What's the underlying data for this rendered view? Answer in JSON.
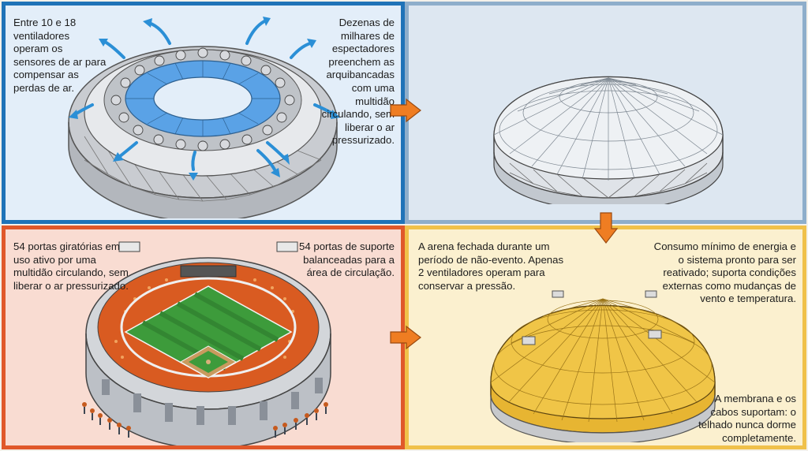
{
  "panels": {
    "top_left": {
      "text_left": "Entre 10 e 18 ventiladores operam os sensores de ar para compensar as perdas de ar.",
      "text_right": "Dezenas de milhares de espectadores preenchem as arquibancadas com uma multidão circulando, sem liberar o ar pressurizado."
    },
    "bottom_left": {
      "text_left": "54 portas giratórias em uso ativo por uma multidão circulando, sem liberar o ar pressurizado.",
      "text_right": "54 portas de suporte balanceadas para a área de circulação."
    },
    "bottom_right": {
      "text_left": "A arena fechada durante um período de não-evento. Apenas 2 ventiladores operam para conservar a pressão.",
      "text_right_top": "Consumo mínimo de energia e o sistema pronto para ser reativado; suporta condições externas como mudanças de vento e temperatura.",
      "text_right_bottom": "A membrana e os cabos suportam: o telhado nunca dorme completamente."
    }
  },
  "colors": {
    "blue_frame": "#1f73b8",
    "orange_frame": "#e0582a",
    "yellow_frame": "#f0c14a",
    "arrow": "#ef7d22",
    "airflow": "#2b8fd6"
  }
}
